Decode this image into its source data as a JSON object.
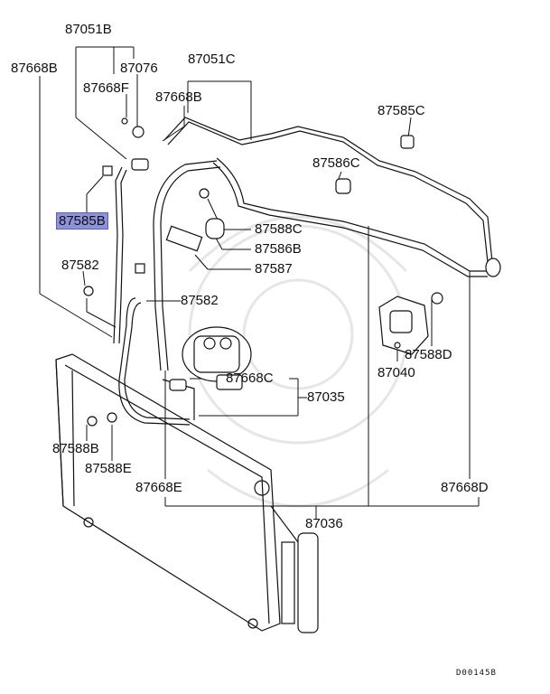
{
  "parts": {
    "p87051B": "87051B",
    "p87668B_left": "87668B",
    "p87076": "87076",
    "p87668F": "87668F",
    "p87051C": "87051C",
    "p87668B_mid": "87668B",
    "p87585C": "87585C",
    "p87586C": "87586C",
    "p87585B": "87585B",
    "p87588C": "87588C",
    "p87586B": "87586B",
    "p87587": "87587",
    "p87582_left": "87582",
    "p87582_mid": "87582",
    "p87588D": "87588D",
    "p87040": "87040",
    "p87668C": "87668C",
    "p87035": "87035",
    "p87588B": "87588B",
    "p87588E": "87588E",
    "p87668E": "87668E",
    "p87668D": "87668D",
    "p87036": "87036"
  },
  "highlighted_part": "87585B",
  "diagram_code": "D00145B",
  "colors": {
    "highlight": "#8e92d8",
    "line": "#111111",
    "watermark": "#e6e6e6"
  }
}
